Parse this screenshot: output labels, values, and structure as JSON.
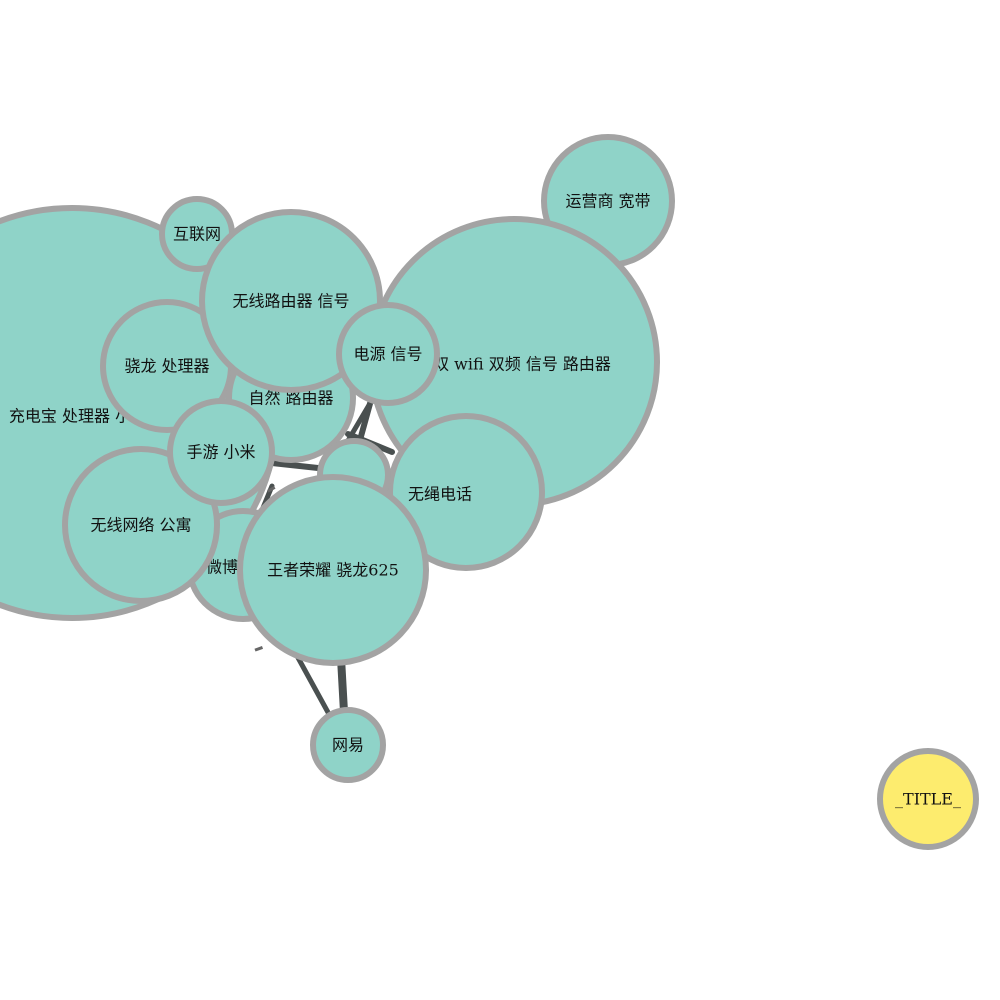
{
  "graph": {
    "colors": {
      "node_fill": "#8fd3c8",
      "title_fill": "#fdec6e",
      "node_stroke": "#a3a3a3",
      "edge": "#4a5050"
    },
    "nodes": [
      {
        "id": "n_main",
        "label": "充电宝 处理器 小"
      },
      {
        "id": "n_wifi",
        "label": "双 wifi 双频 信号 路由器"
      },
      {
        "id": "n_hn",
        "label": "王者荣耀 骁龙625"
      },
      {
        "id": "n_wlr",
        "label": "无线路由器 信号"
      },
      {
        "id": "n_wlg",
        "label": "无线网络 公寓"
      },
      {
        "id": "n_wsd",
        "label": "无绳电话"
      },
      {
        "id": "n_ziran",
        "label": "自然 路由器"
      },
      {
        "id": "n_xiaolong",
        "label": "骁龙 处理器"
      },
      {
        "id": "n_yys",
        "label": "运营商 宽带"
      },
      {
        "id": "n_wb",
        "label": "微博"
      },
      {
        "id": "n_sy",
        "label": "手游 小米"
      },
      {
        "id": "n_dy",
        "label": "电源 信号"
      },
      {
        "id": "n_hl",
        "label": "互联网"
      },
      {
        "id": "n_wy",
        "label": "网易"
      },
      {
        "id": "n_small",
        "label": ""
      },
      {
        "id": "n_title",
        "label": "_TITLE_"
      }
    ],
    "edges": [
      {
        "source": "n_hn",
        "target": "n_wy",
        "weight": 8
      },
      {
        "source": "n_wy",
        "target": "n_wb",
        "weight": 5
      },
      {
        "source": "n_ziran",
        "target": "n_dy",
        "weight": 6
      },
      {
        "source": "n_ziran",
        "target": "n_wsd",
        "weight": 6
      },
      {
        "source": "n_sy",
        "target": "n_small",
        "weight": 6
      },
      {
        "source": "n_wb",
        "target": "n_sy",
        "weight": 5
      },
      {
        "source": "n_small",
        "target": "n_dy",
        "weight": 5
      }
    ]
  }
}
